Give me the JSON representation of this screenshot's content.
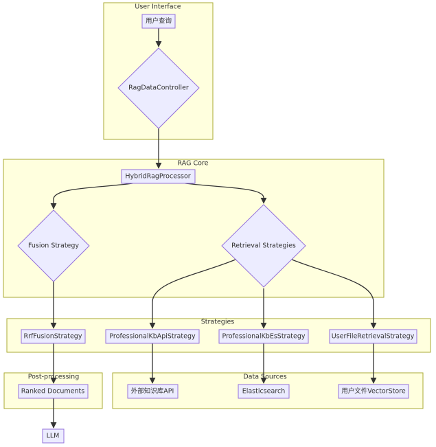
{
  "clusters": {
    "user_interface": "User Interface",
    "rag_core": "RAG Core",
    "strategies": "Strategies",
    "post_processing": "Post-processing",
    "data_sources": "Data Sources"
  },
  "nodes": {
    "user_query": "用户查询",
    "rag_data_controller": "RagDataController",
    "hybrid_rag_processor": "HybridRagProcessor",
    "fusion_strategy": "Fusion Strategy",
    "retrieval_strategies": "Retrieval Strategies",
    "rrf_fusion_strategy": "RrfFusionStrategy",
    "professional_kb_api_strategy": "ProfessionalKbApiStrategy",
    "professional_kb_es_strategy": "ProfessionalKbEsStrategy",
    "user_file_retrieval_strategy": "UserFileRetrievalStrategy",
    "ranked_documents": "Ranked Documents",
    "external_kb_api": "外部知识库API",
    "elasticsearch": "Elasticsearch",
    "user_file_vector_store": "用户文件VectorStore",
    "llm": "LLM"
  },
  "colors": {
    "cluster_fill": "#ffffde",
    "cluster_border": "#aaaa33",
    "node_fill": "#ececff",
    "node_border": "#9370db",
    "edge": "#333333"
  }
}
